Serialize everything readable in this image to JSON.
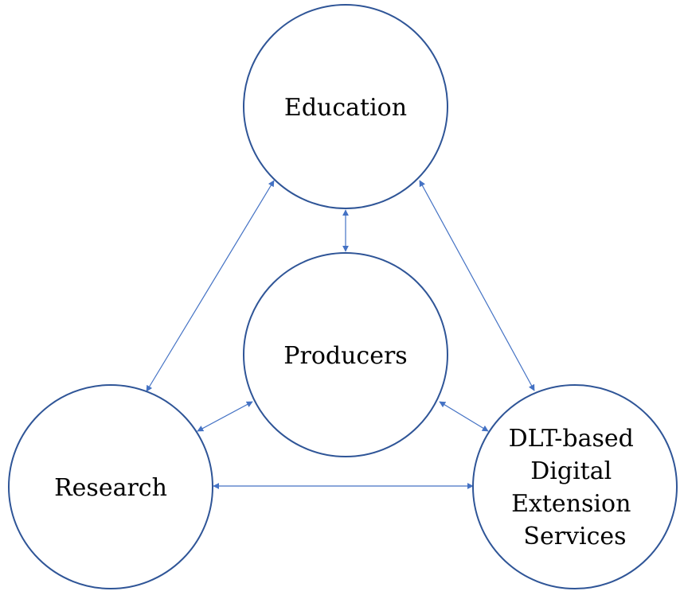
{
  "colors": {
    "circle_stroke": "#2F5597",
    "connector": "#4472C4",
    "text": "#000000",
    "background": "#ffffff"
  },
  "nodes": {
    "education": {
      "label": "Education"
    },
    "producers": {
      "label": "Producers"
    },
    "research": {
      "label": "Research"
    },
    "dlt": {
      "lines": [
        "DLT-based",
        "Digital",
        "Extension",
        "Services"
      ]
    }
  },
  "connections": [
    {
      "from": "education",
      "to": "producers",
      "arrows": "both"
    },
    {
      "from": "education",
      "to": "research",
      "arrows": "both"
    },
    {
      "from": "education",
      "to": "dlt",
      "arrows": "both"
    },
    {
      "from": "producers",
      "to": "research",
      "arrows": "both"
    },
    {
      "from": "producers",
      "to": "dlt",
      "arrows": "both"
    },
    {
      "from": "research",
      "to": "dlt",
      "arrows": "both"
    }
  ]
}
